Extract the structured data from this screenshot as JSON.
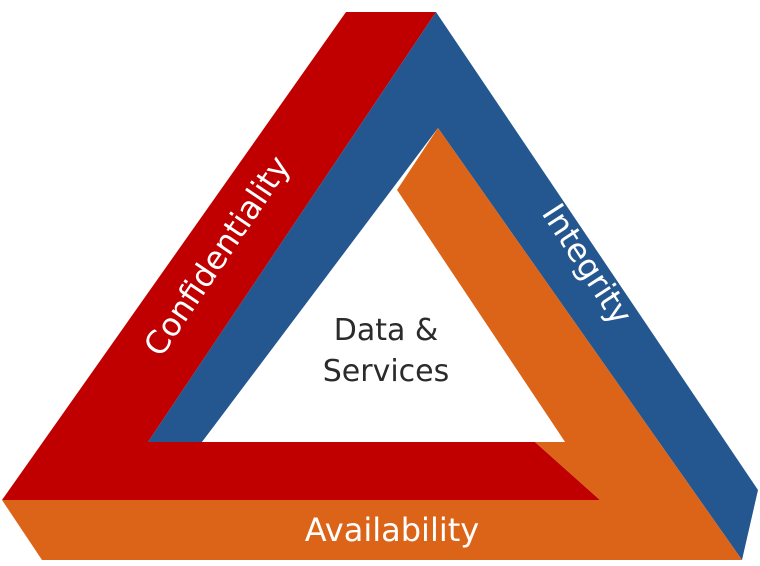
{
  "diagram": {
    "sides": [
      {
        "id": "confidentiality",
        "label": "Confidentiality",
        "color": "#c00000"
      },
      {
        "id": "integrity",
        "label": "Integrity",
        "color": "#24578f"
      },
      {
        "id": "availability",
        "label": "Availability",
        "color": "#dc6418"
      }
    ],
    "center": {
      "line1": "Data &",
      "line2": "Services"
    }
  }
}
